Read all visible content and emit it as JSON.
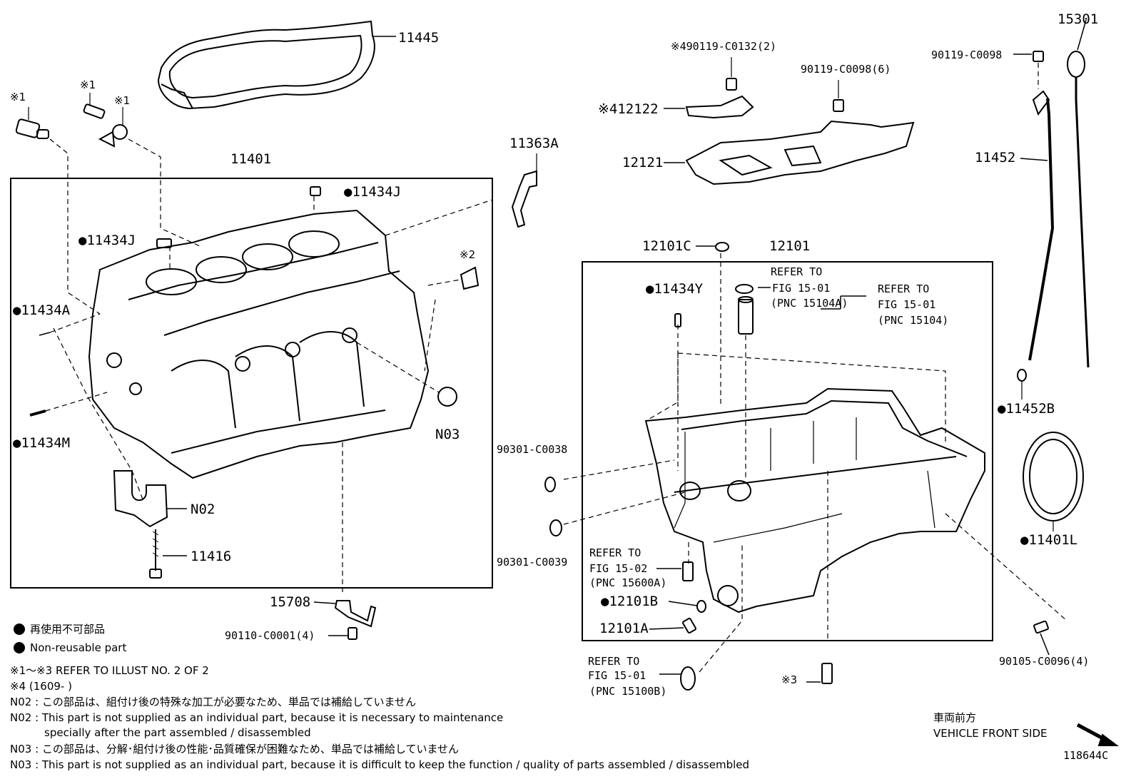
{
  "labels": {
    "p11445": "11445",
    "p15301": "15301",
    "p90119a": "※490119-C0132(2)",
    "p90119b": "90119-C0098(6)",
    "p90119c": "90119-C0098",
    "p12122": "※412122",
    "p12121": "12121",
    "p11452": "11452",
    "p11401": "11401",
    "p11363a": "11363A",
    "p11434j_top": "●11434J",
    "p11434j_left": "●11434J",
    "ref1": "※1",
    "ref1b": "※1",
    "ref1c": "※1",
    "ref2": "※2",
    "p11434a": "●11434A",
    "p11434m": "●11434M",
    "n03": "N03",
    "n02": "N02",
    "p11416": "11416",
    "p15708": "15708",
    "p90110": "90110-C0001(4)",
    "p12101c": "12101C",
    "p12101": "12101",
    "refer_to_1": "REFER TO",
    "fig_15_01_a": "FIG 15-01",
    "pnc_15104a": "(PNC 15104A)",
    "refer_to_2": "REFER TO",
    "fig_15_01_b": "FIG 15-01",
    "pnc_15104": "(PNC 15104)",
    "p11434y": "●11434Y",
    "p11452b": "●11452B",
    "p90301_38": "90301-C0038",
    "p90301_39": "90301-C0039",
    "refer_to_3": "REFER TO",
    "fig_15_02": "FIG 15-02",
    "pnc_15600a": "(PNC 15600A)",
    "p12101b": "●12101B",
    "p12101a": "12101A",
    "p11401l": "●11401L",
    "p90105": "90105-C0096(4)",
    "refer_to_4": "REFER TO",
    "fig_15_01_c": "FIG 15-01",
    "pnc_15100b": "(PNC 15100B)",
    "ref3": "※3",
    "diagram_id": "118644C"
  },
  "legend": {
    "jp_nonreusable": "再使用不可部品",
    "en_nonreusable": "Non-reusable part",
    "note_ref": "※1～※3  REFER TO ILLUST NO. 2 OF 2",
    "note_4": "※4 (1609-      )",
    "n02_jp": "N02 : この部品は、組付け後の特殊な加工が必要なため、単品では補給していません",
    "n02_en1": "N02 : This part is not supplied as an individual part, because it is necessary to maintenance",
    "n02_en2": "specially after the part assembled / disassembled",
    "n03_jp": "N03 : この部品は、分解･組付け後の性能･品質確保が困難なため、単品では補給していません",
    "n03_en": "N03 : This part is not supplied as an individual part, because it is difficult to keep the function / quality of parts  assembled / disassembled"
  },
  "direction": {
    "jp": "車両前方",
    "en": "VEHICLE FRONT SIDE"
  }
}
